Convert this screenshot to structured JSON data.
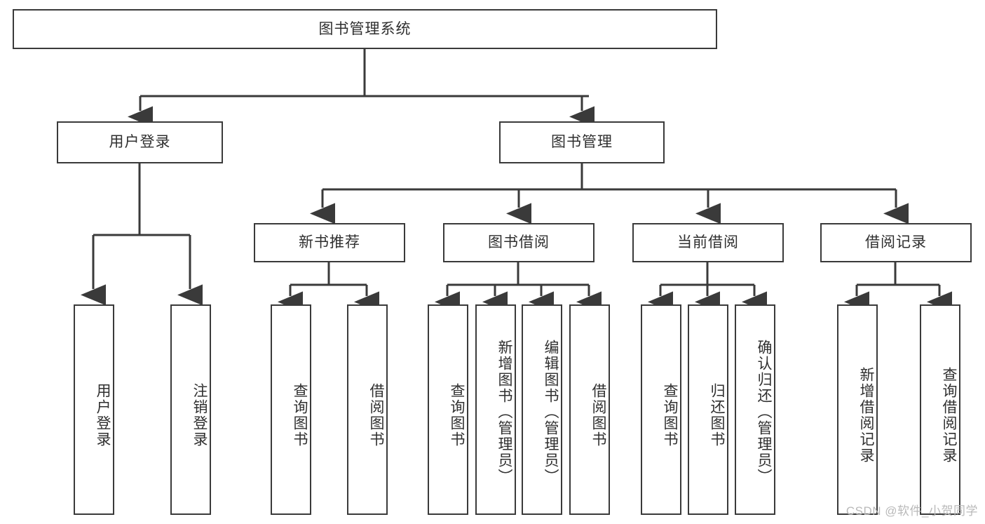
{
  "diagram": {
    "title": "图书管理系统",
    "type": "hierarchy-tree",
    "watermark": "CSDN @软件_小贺同学",
    "colors": {
      "background": "#ffffff",
      "box_border": "#3a3a3a",
      "connector": "#3a3a3a",
      "text": "#2f2f2f",
      "watermark": "#b9b9b9"
    },
    "root": {
      "id": "root",
      "label": "图书管理系统"
    },
    "level1": [
      {
        "id": "user-login",
        "label": "用户登录"
      },
      {
        "id": "book-manage",
        "label": "图书管理"
      }
    ],
    "level2": [
      {
        "id": "new-book-recommend",
        "label": "新书推荐",
        "parent": "book-manage"
      },
      {
        "id": "book-borrow",
        "label": "图书借阅",
        "parent": "book-manage"
      },
      {
        "id": "current-borrow",
        "label": "当前借阅",
        "parent": "book-manage"
      },
      {
        "id": "borrow-record",
        "label": "借阅记录",
        "parent": "book-manage"
      }
    ],
    "leaves": [
      {
        "id": "leaf-user-login",
        "label": "用户登录",
        "parent": "user-login"
      },
      {
        "id": "leaf-logout-login",
        "label": "注销登录",
        "parent": "user-login"
      },
      {
        "id": "leaf-query-book-1",
        "label": "查询图书",
        "parent": "new-book-recommend"
      },
      {
        "id": "leaf-borrow-book-1",
        "label": "借阅图书",
        "parent": "new-book-recommend"
      },
      {
        "id": "leaf-query-book-2",
        "label": "查询图书",
        "parent": "book-borrow"
      },
      {
        "id": "leaf-add-book",
        "label": "新增图书（管理员）",
        "parent": "book-borrow"
      },
      {
        "id": "leaf-edit-book",
        "label": "编辑图书（管理员）",
        "parent": "book-borrow"
      },
      {
        "id": "leaf-borrow-book-2",
        "label": "借阅图书",
        "parent": "book-borrow"
      },
      {
        "id": "leaf-query-book-3",
        "label": "查询图书",
        "parent": "current-borrow"
      },
      {
        "id": "leaf-return-book",
        "label": "归还图书",
        "parent": "current-borrow"
      },
      {
        "id": "leaf-confirm-return",
        "label": "确认归还（管理员）",
        "parent": "current-borrow"
      },
      {
        "id": "leaf-add-record",
        "label": "新增借阅记录",
        "parent": "borrow-record"
      },
      {
        "id": "leaf-query-record",
        "label": "查询借阅记录",
        "parent": "borrow-record"
      }
    ]
  }
}
